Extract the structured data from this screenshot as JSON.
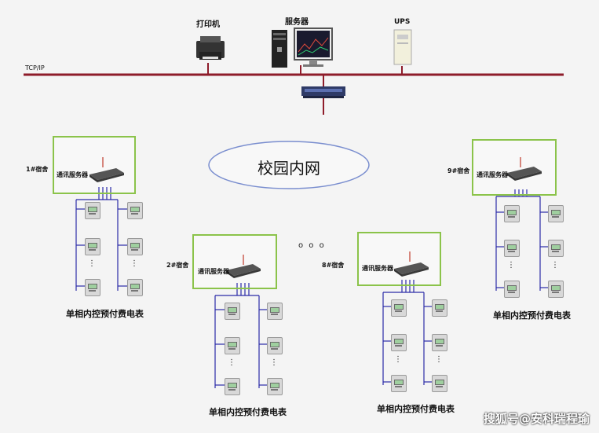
{
  "header": {
    "printer_label": "打印机",
    "server_label": "服务器",
    "ups_label": "UPS",
    "bus_label": "TCP/IP"
  },
  "network": {
    "cloud_label": "校园内网"
  },
  "ellipsis": "o o o",
  "groups": [
    {
      "dorm": "1#宿舍",
      "device": "通讯服务器",
      "caption": "单相内控预付费电表"
    },
    {
      "dorm": "2#宿舍",
      "device": "通讯服务器",
      "caption": "单相内控预付费电表"
    },
    {
      "dorm": "8#宿舍",
      "device": "通讯服务器",
      "caption": "单相内控预付费电表"
    },
    {
      "dorm": "9#宿舍",
      "device": "通讯服务器",
      "caption": "单相内控预付费电表"
    }
  ],
  "meter_ellipsis": "⋮",
  "watermark": "搜狐号@安科瑞程瑜",
  "colors": {
    "bus": "#8e1c2a",
    "frame": "#8bc34a",
    "wire": "#2b2ba8",
    "accent_red": "#c0392b"
  }
}
